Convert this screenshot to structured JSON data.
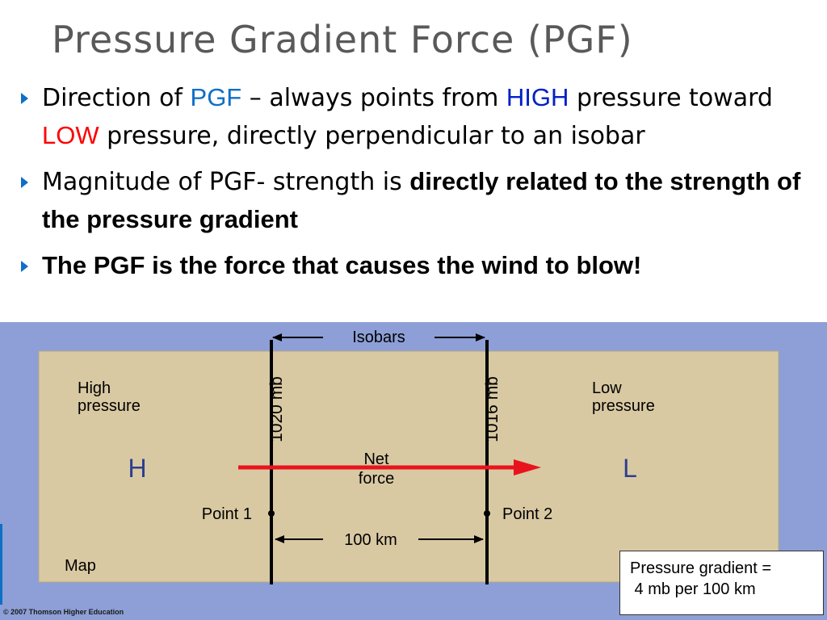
{
  "slide": {
    "title": "Pressure Gradient Force (PGF)",
    "bullets": {
      "b1": {
        "t1": "Direction of ",
        "pgf": "PGF",
        "t2": " – always points from ",
        "high": "HIGH",
        "t3": " pressure toward ",
        "low": "LOW",
        "t4": " pressure, directly perpendicular to an isobar"
      },
      "b2": {
        "t1": "Magnitude of PGF- strength is ",
        "bold": "directly related to the strength of the pressure gradient"
      },
      "b3": {
        "text": "The PGF is the force that causes the wind to blow!"
      }
    }
  },
  "figure": {
    "isobars_label": "Isobars",
    "high_pressure_line1": "High",
    "high_pressure_line2": "pressure",
    "low_pressure_line1": "Low",
    "low_pressure_line2": "pressure",
    "isobar1_value": "1020 mb",
    "isobar2_value": "1016 mb",
    "high_symbol": "H",
    "low_symbol": "L",
    "net_force_line1": "Net",
    "net_force_line2": "force",
    "point1": "Point 1",
    "point2": "Point 2",
    "distance": "100 km",
    "map_label": "Map",
    "note": "Pressure gradient =\n 4 mb per 100 km",
    "credit": "© 2007 Thomson Higher Education",
    "colors": {
      "map_fill": "#d9c9a3",
      "background": "#8d9fd6",
      "arrow": "#e8141d",
      "symbols": "#2d3e8f"
    }
  }
}
